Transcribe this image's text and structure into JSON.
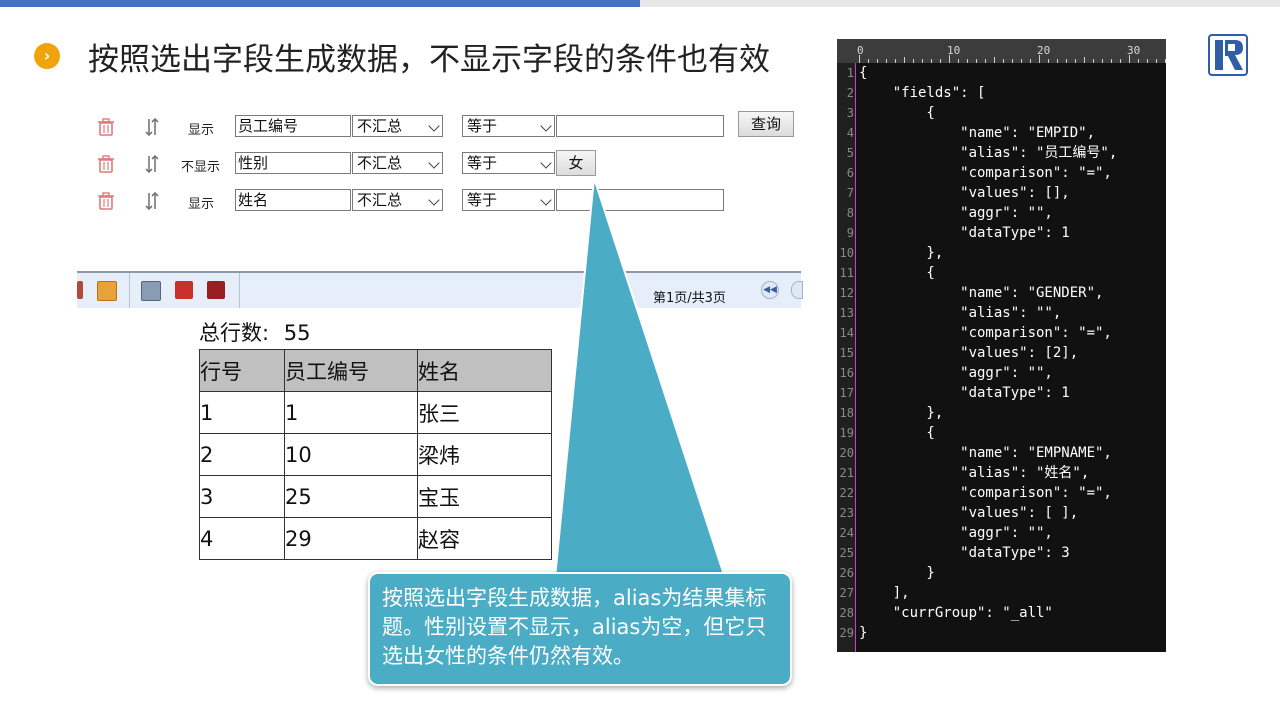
{
  "slide": {
    "title": "按照选出字段生成数据，不显示字段的条件也有效",
    "bullet_icon": "chevron-right-icon",
    "accent_color": "#f0a30a",
    "topbar_color": "#4472c4"
  },
  "filter_form": {
    "rows": [
      {
        "show": "显示",
        "field": "员工编号",
        "aggr": "不汇总",
        "comparison": "等于",
        "value": ""
      },
      {
        "show": "不显示",
        "field": "性别",
        "aggr": "不汇总",
        "comparison": "等于",
        "value": "女"
      },
      {
        "show": "显示",
        "field": "姓名",
        "aggr": "不汇总",
        "comparison": "等于",
        "value": ""
      }
    ],
    "query_button": "查询"
  },
  "report": {
    "page_info": "第1页/共3页",
    "total_label": "总行数:",
    "total_value": "55",
    "headers": [
      "行号",
      "员工编号",
      "姓名"
    ],
    "rows": [
      [
        "1",
        "1",
        "张三"
      ],
      [
        "2",
        "10",
        "梁炜"
      ],
      [
        "3",
        "25",
        "宝玉"
      ],
      [
        "4",
        "29",
        "赵容"
      ]
    ]
  },
  "callout": {
    "text": "按照选出字段生成数据，alias为结果集标题。性别设置不显示，alias为空，但它只选出女性的条件仍然有效。",
    "color": "#4bacc6"
  },
  "code_editor": {
    "ruler_marks": [
      "0",
      "10",
      "20",
      "30"
    ],
    "lines": [
      "{",
      "    \"fields\": [",
      "        {",
      "            \"name\": \"EMPID\",",
      "            \"alias\": \"员工编号\",",
      "            \"comparison\": \"=\",",
      "            \"values\": [],",
      "            \"aggr\": \"\",",
      "            \"dataType\": 1",
      "        },",
      "        {",
      "            \"name\": \"GENDER\",",
      "            \"alias\": \"\",",
      "            \"comparison\": \"=\",",
      "            \"values\": [2],",
      "            \"aggr\": \"\",",
      "            \"dataType\": 1",
      "        },",
      "        {",
      "            \"name\": \"EMPNAME\",",
      "            \"alias\": \"姓名\",",
      "            \"comparison\": \"=\",",
      "            \"values\": [ ],",
      "            \"aggr\": \"\",",
      "            \"dataType\": 3",
      "        }",
      "    ],",
      "    \"currGroup\": \"_all\"",
      "}"
    ]
  }
}
